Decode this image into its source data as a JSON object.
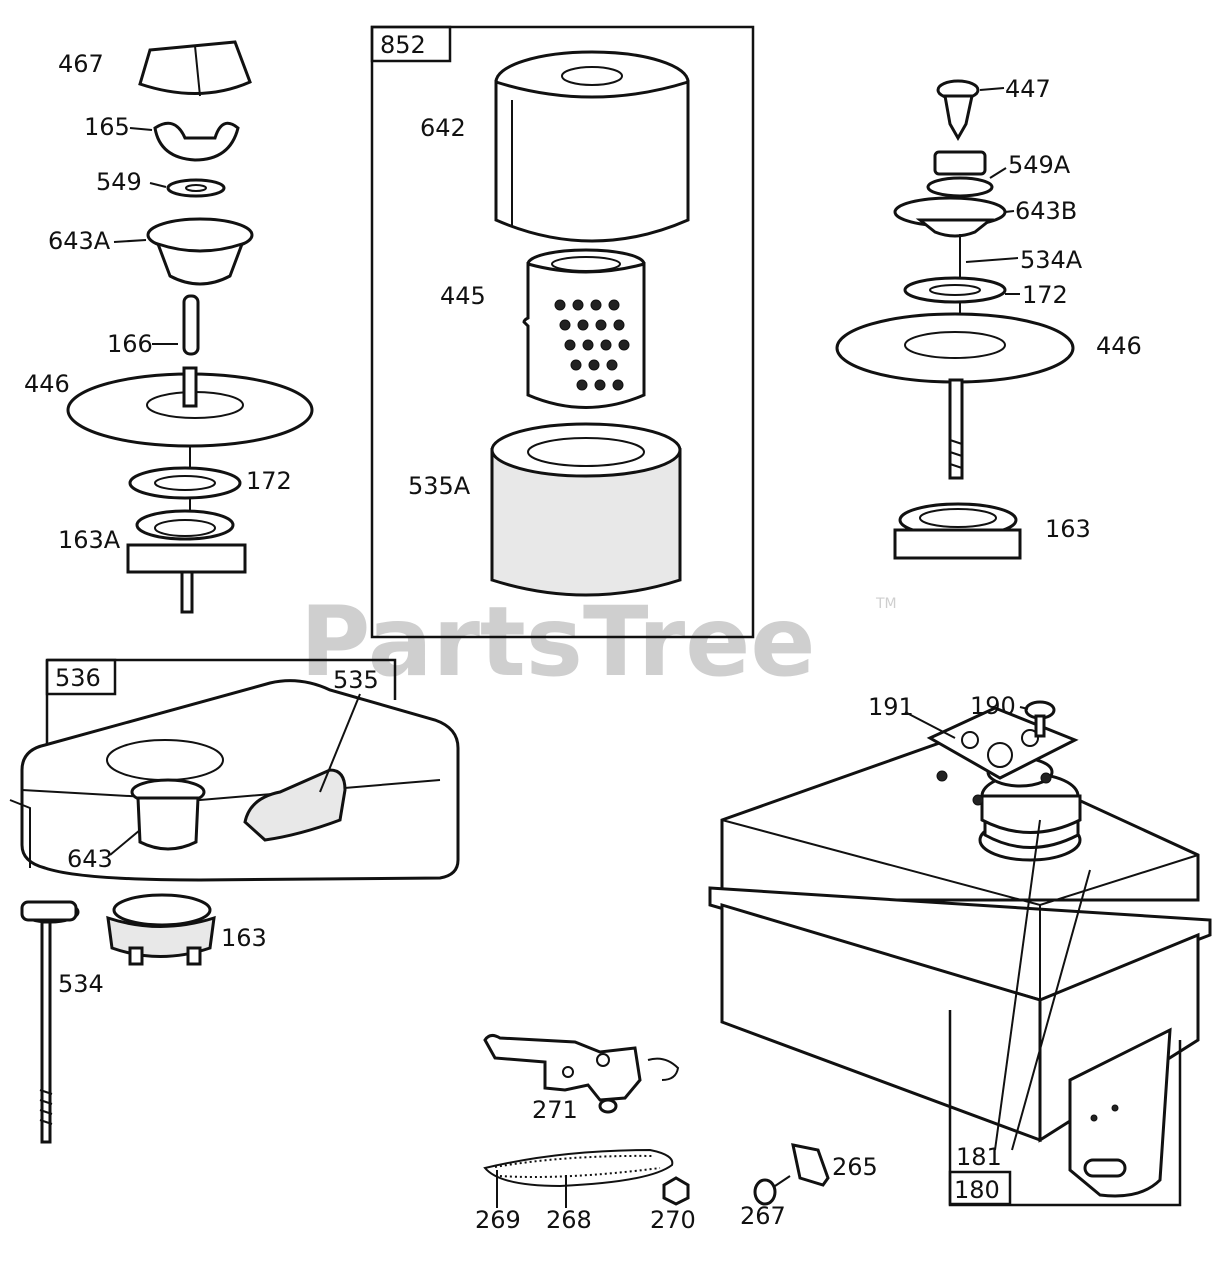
{
  "watermark": {
    "text": "PartsTree",
    "trademark": "TM"
  },
  "boxes": {
    "air_cleaner_kit": "852",
    "air_cleaner_assembly": "536",
    "fuel_tank_assembly": "180"
  },
  "callouts": {
    "p467": "467",
    "p165": "165",
    "p549": "549",
    "p643A": "643A",
    "p166": "166",
    "p446_left": "446",
    "p172_left": "172",
    "p163A": "163A",
    "p642": "642",
    "p445": "445",
    "p535A": "535A",
    "p447": "447",
    "p549A": "549A",
    "p643B": "643B",
    "p534A": "534A",
    "p172_right": "172",
    "p446_right": "446",
    "p163_right": "163",
    "p535": "535",
    "p643": "643",
    "p163_bottom": "163",
    "p534": "534",
    "p191": "191",
    "p190": "190",
    "p181": "181",
    "p271": "271",
    "p269": "269",
    "p268": "268",
    "p270": "270",
    "p267": "267",
    "p265": "265"
  }
}
